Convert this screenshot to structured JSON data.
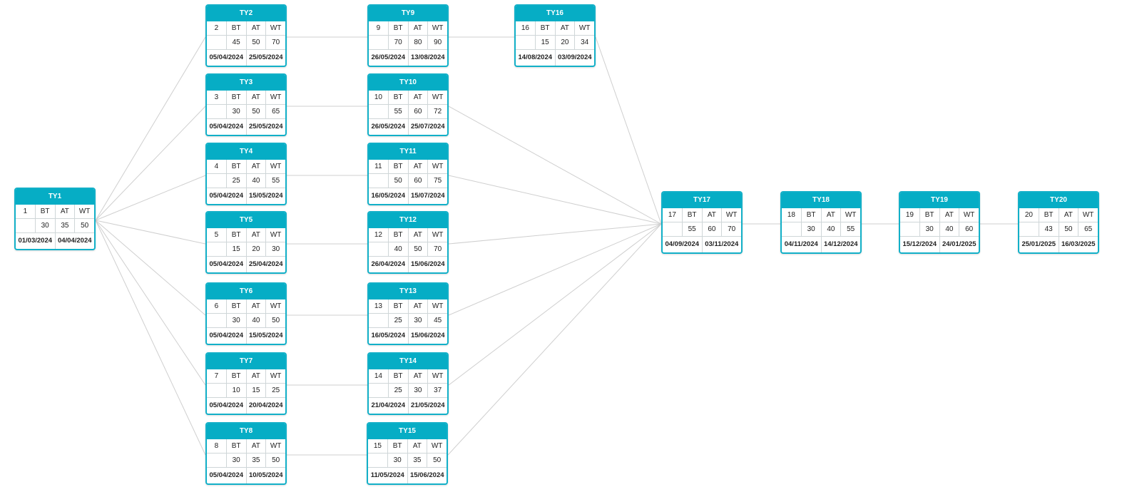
{
  "nodes": [
    {
      "id": "TY1",
      "num": "1",
      "bt": "30",
      "at": "35",
      "wt": "50",
      "start": "01/03/2024",
      "end": "04/04/2024"
    },
    {
      "id": "TY2",
      "num": "2",
      "bt": "45",
      "at": "50",
      "wt": "70",
      "start": "05/04/2024",
      "end": "25/05/2024"
    },
    {
      "id": "TY3",
      "num": "3",
      "bt": "30",
      "at": "50",
      "wt": "65",
      "start": "05/04/2024",
      "end": "25/05/2024"
    },
    {
      "id": "TY4",
      "num": "4",
      "bt": "25",
      "at": "40",
      "wt": "55",
      "start": "05/04/2024",
      "end": "15/05/2024"
    },
    {
      "id": "TY5",
      "num": "5",
      "bt": "15",
      "at": "20",
      "wt": "30",
      "start": "05/04/2024",
      "end": "25/04/2024"
    },
    {
      "id": "TY6",
      "num": "6",
      "bt": "30",
      "at": "40",
      "wt": "50",
      "start": "05/04/2024",
      "end": "15/05/2024"
    },
    {
      "id": "TY7",
      "num": "7",
      "bt": "10",
      "at": "15",
      "wt": "25",
      "start": "05/04/2024",
      "end": "20/04/2024"
    },
    {
      "id": "TY8",
      "num": "8",
      "bt": "30",
      "at": "35",
      "wt": "50",
      "start": "05/04/2024",
      "end": "10/05/2024"
    },
    {
      "id": "TY9",
      "num": "9",
      "bt": "70",
      "at": "80",
      "wt": "90",
      "start": "26/05/2024",
      "end": "13/08/2024"
    },
    {
      "id": "TY10",
      "num": "10",
      "bt": "55",
      "at": "60",
      "wt": "72",
      "start": "26/05/2024",
      "end": "25/07/2024"
    },
    {
      "id": "TY11",
      "num": "11",
      "bt": "50",
      "at": "60",
      "wt": "75",
      "start": "16/05/2024",
      "end": "15/07/2024"
    },
    {
      "id": "TY12",
      "num": "12",
      "bt": "40",
      "at": "50",
      "wt": "70",
      "start": "26/04/2024",
      "end": "15/06/2024"
    },
    {
      "id": "TY13",
      "num": "13",
      "bt": "25",
      "at": "30",
      "wt": "45",
      "start": "16/05/2024",
      "end": "15/06/2024"
    },
    {
      "id": "TY14",
      "num": "14",
      "bt": "25",
      "at": "30",
      "wt": "37",
      "start": "21/04/2024",
      "end": "21/05/2024"
    },
    {
      "id": "TY15",
      "num": "15",
      "bt": "30",
      "at": "35",
      "wt": "50",
      "start": "11/05/2024",
      "end": "15/06/2024"
    },
    {
      "id": "TY16",
      "num": "16",
      "bt": "15",
      "at": "20",
      "wt": "34",
      "start": "14/08/2024",
      "end": "03/09/2024"
    },
    {
      "id": "TY17",
      "num": "17",
      "bt": "55",
      "at": "60",
      "wt": "70",
      "start": "04/09/2024",
      "end": "03/11/2024"
    },
    {
      "id": "TY18",
      "num": "18",
      "bt": "30",
      "at": "40",
      "wt": "55",
      "start": "04/11/2024",
      "end": "14/12/2024"
    },
    {
      "id": "TY19",
      "num": "19",
      "bt": "30",
      "at": "40",
      "wt": "60",
      "start": "15/12/2024",
      "end": "24/01/2025"
    },
    {
      "id": "TY20",
      "num": "20",
      "bt": "43",
      "at": "50",
      "wt": "65",
      "start": "25/01/2025",
      "end": "16/03/2025"
    }
  ],
  "column_labels": {
    "bt": "BT",
    "at": "AT",
    "wt": "WT"
  },
  "edges": [
    [
      "TY1",
      "TY2"
    ],
    [
      "TY1",
      "TY3"
    ],
    [
      "TY1",
      "TY4"
    ],
    [
      "TY1",
      "TY5"
    ],
    [
      "TY1",
      "TY6"
    ],
    [
      "TY1",
      "TY7"
    ],
    [
      "TY1",
      "TY8"
    ],
    [
      "TY2",
      "TY9"
    ],
    [
      "TY3",
      "TY10"
    ],
    [
      "TY4",
      "TY11"
    ],
    [
      "TY5",
      "TY12"
    ],
    [
      "TY6",
      "TY13"
    ],
    [
      "TY7",
      "TY14"
    ],
    [
      "TY8",
      "TY15"
    ],
    [
      "TY9",
      "TY16"
    ],
    [
      "TY16",
      "TY17"
    ],
    [
      "TY10",
      "TY17"
    ],
    [
      "TY11",
      "TY17"
    ],
    [
      "TY12",
      "TY17"
    ],
    [
      "TY13",
      "TY17"
    ],
    [
      "TY14",
      "TY17"
    ],
    [
      "TY15",
      "TY17"
    ],
    [
      "TY17",
      "TY18"
    ],
    [
      "TY18",
      "TY19"
    ],
    [
      "TY19",
      "TY20"
    ]
  ],
  "colors": {
    "header": "#06adc5",
    "border": "#12b0c8",
    "edge": "#cfcfcf"
  }
}
